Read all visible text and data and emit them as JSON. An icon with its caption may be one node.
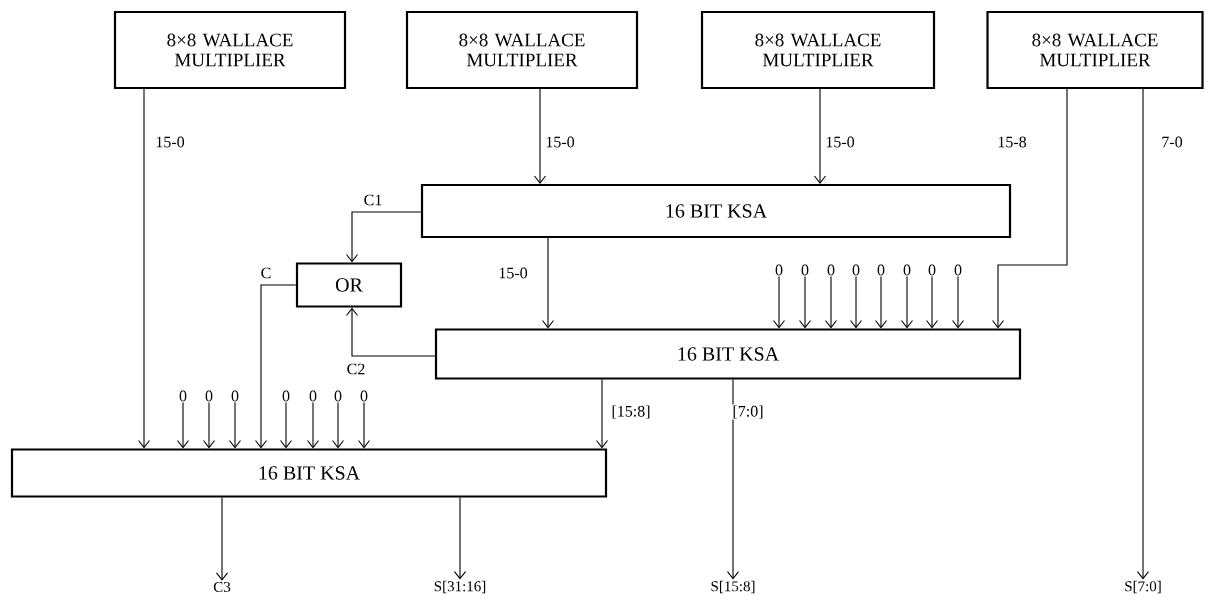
{
  "diagram": {
    "nodes": [
      {
        "text": [
          "8×8 WALLACE MULTIPLIER"
        ]
      },
      {
        "text": [
          "8×8 WALLACE MULTIPLIER"
        ]
      },
      {
        "text": [
          "8×8 WALLACE MULTIPLIER"
        ]
      },
      {
        "text": [
          "8×8 WALLACE MULTIPLIER"
        ]
      },
      {
        "text": [
          "16 BIT KSA"
        ]
      },
      {
        "text": [
          "OR"
        ]
      },
      {
        "text": [
          "16 BIT KSA"
        ]
      },
      {
        "text": [
          "16 BIT KSA"
        ]
      },
      {
        "text": [
          "C3"
        ]
      },
      {
        "text": [
          "S[31:16]"
        ]
      },
      {
        "text": [
          "S[15:8]"
        ]
      },
      {
        "text": [
          "S[7:0]"
        ]
      },
      {
        "text": [
          "0"
        ]
      },
      {
        "text": [
          "0"
        ]
      },
      {
        "text": [
          "0"
        ]
      },
      {
        "text": [
          "0"
        ]
      },
      {
        "text": [
          "0"
        ]
      },
      {
        "text": [
          "0"
        ]
      },
      {
        "text": [
          "0"
        ]
      },
      {
        "text": [
          "0"
        ]
      },
      {
        "text": [
          "0"
        ]
      },
      {
        "text": [
          "0"
        ]
      },
      {
        "text": [
          "0"
        ]
      },
      {
        "text": [
          "0"
        ]
      },
      {
        "text": [
          "0"
        ]
      },
      {
        "text": [
          "0"
        ]
      },
      {
        "text": [
          "0"
        ]
      }
    ],
    "edges": [
      {
        "from": 0,
        "to": 7,
        "arrow": "to",
        "label": "15-0"
      },
      {
        "from": 1,
        "to": 4,
        "arrow": "to",
        "label": "15-0"
      },
      {
        "from": 2,
        "to": 4,
        "arrow": "to",
        "label": "15-0"
      },
      {
        "from": 3,
        "to": 6,
        "arrow": "to",
        "label": "15-8"
      },
      {
        "from": 3,
        "to": 11,
        "arrow": "to",
        "label": "7-0"
      },
      {
        "from": 4,
        "to": 5,
        "arrow": "to",
        "label": "C1"
      },
      {
        "from": 4,
        "to": 6,
        "arrow": "to",
        "label": "15-0"
      },
      {
        "from": 6,
        "to": 5,
        "arrow": "to",
        "label": "C2"
      },
      {
        "from": 5,
        "to": 7,
        "arrow": "to",
        "label": "C"
      },
      {
        "from": 6,
        "to": 7,
        "arrow": "to",
        "label": "[15:8]"
      },
      {
        "from": 6,
        "to": 10,
        "arrow": "to",
        "label": "[7:0]"
      },
      {
        "from": 7,
        "to": 8,
        "arrow": "to"
      },
      {
        "from": 7,
        "to": 9,
        "arrow": "to"
      },
      {
        "from": 12,
        "to": 6,
        "arrow": "to"
      },
      {
        "from": 13,
        "to": 6,
        "arrow": "to"
      },
      {
        "from": 14,
        "to": 6,
        "arrow": "to"
      },
      {
        "from": 15,
        "to": 6,
        "arrow": "to"
      },
      {
        "from": 16,
        "to": 6,
        "arrow": "to"
      },
      {
        "from": 17,
        "to": 6,
        "arrow": "to"
      },
      {
        "from": 18,
        "to": 6,
        "arrow": "to"
      },
      {
        "from": 19,
        "to": 6,
        "arrow": "to"
      },
      {
        "from": 20,
        "to": 7,
        "arrow": "to"
      },
      {
        "from": 21,
        "to": 7,
        "arrow": "to"
      },
      {
        "from": 22,
        "to": 7,
        "arrow": "to"
      },
      {
        "from": 23,
        "to": 7,
        "arrow": "to"
      },
      {
        "from": 24,
        "to": 7,
        "arrow": "to"
      },
      {
        "from": 25,
        "to": 7,
        "arrow": "to"
      },
      {
        "from": 26,
        "to": 7,
        "arrow": "to"
      }
    ]
  }
}
